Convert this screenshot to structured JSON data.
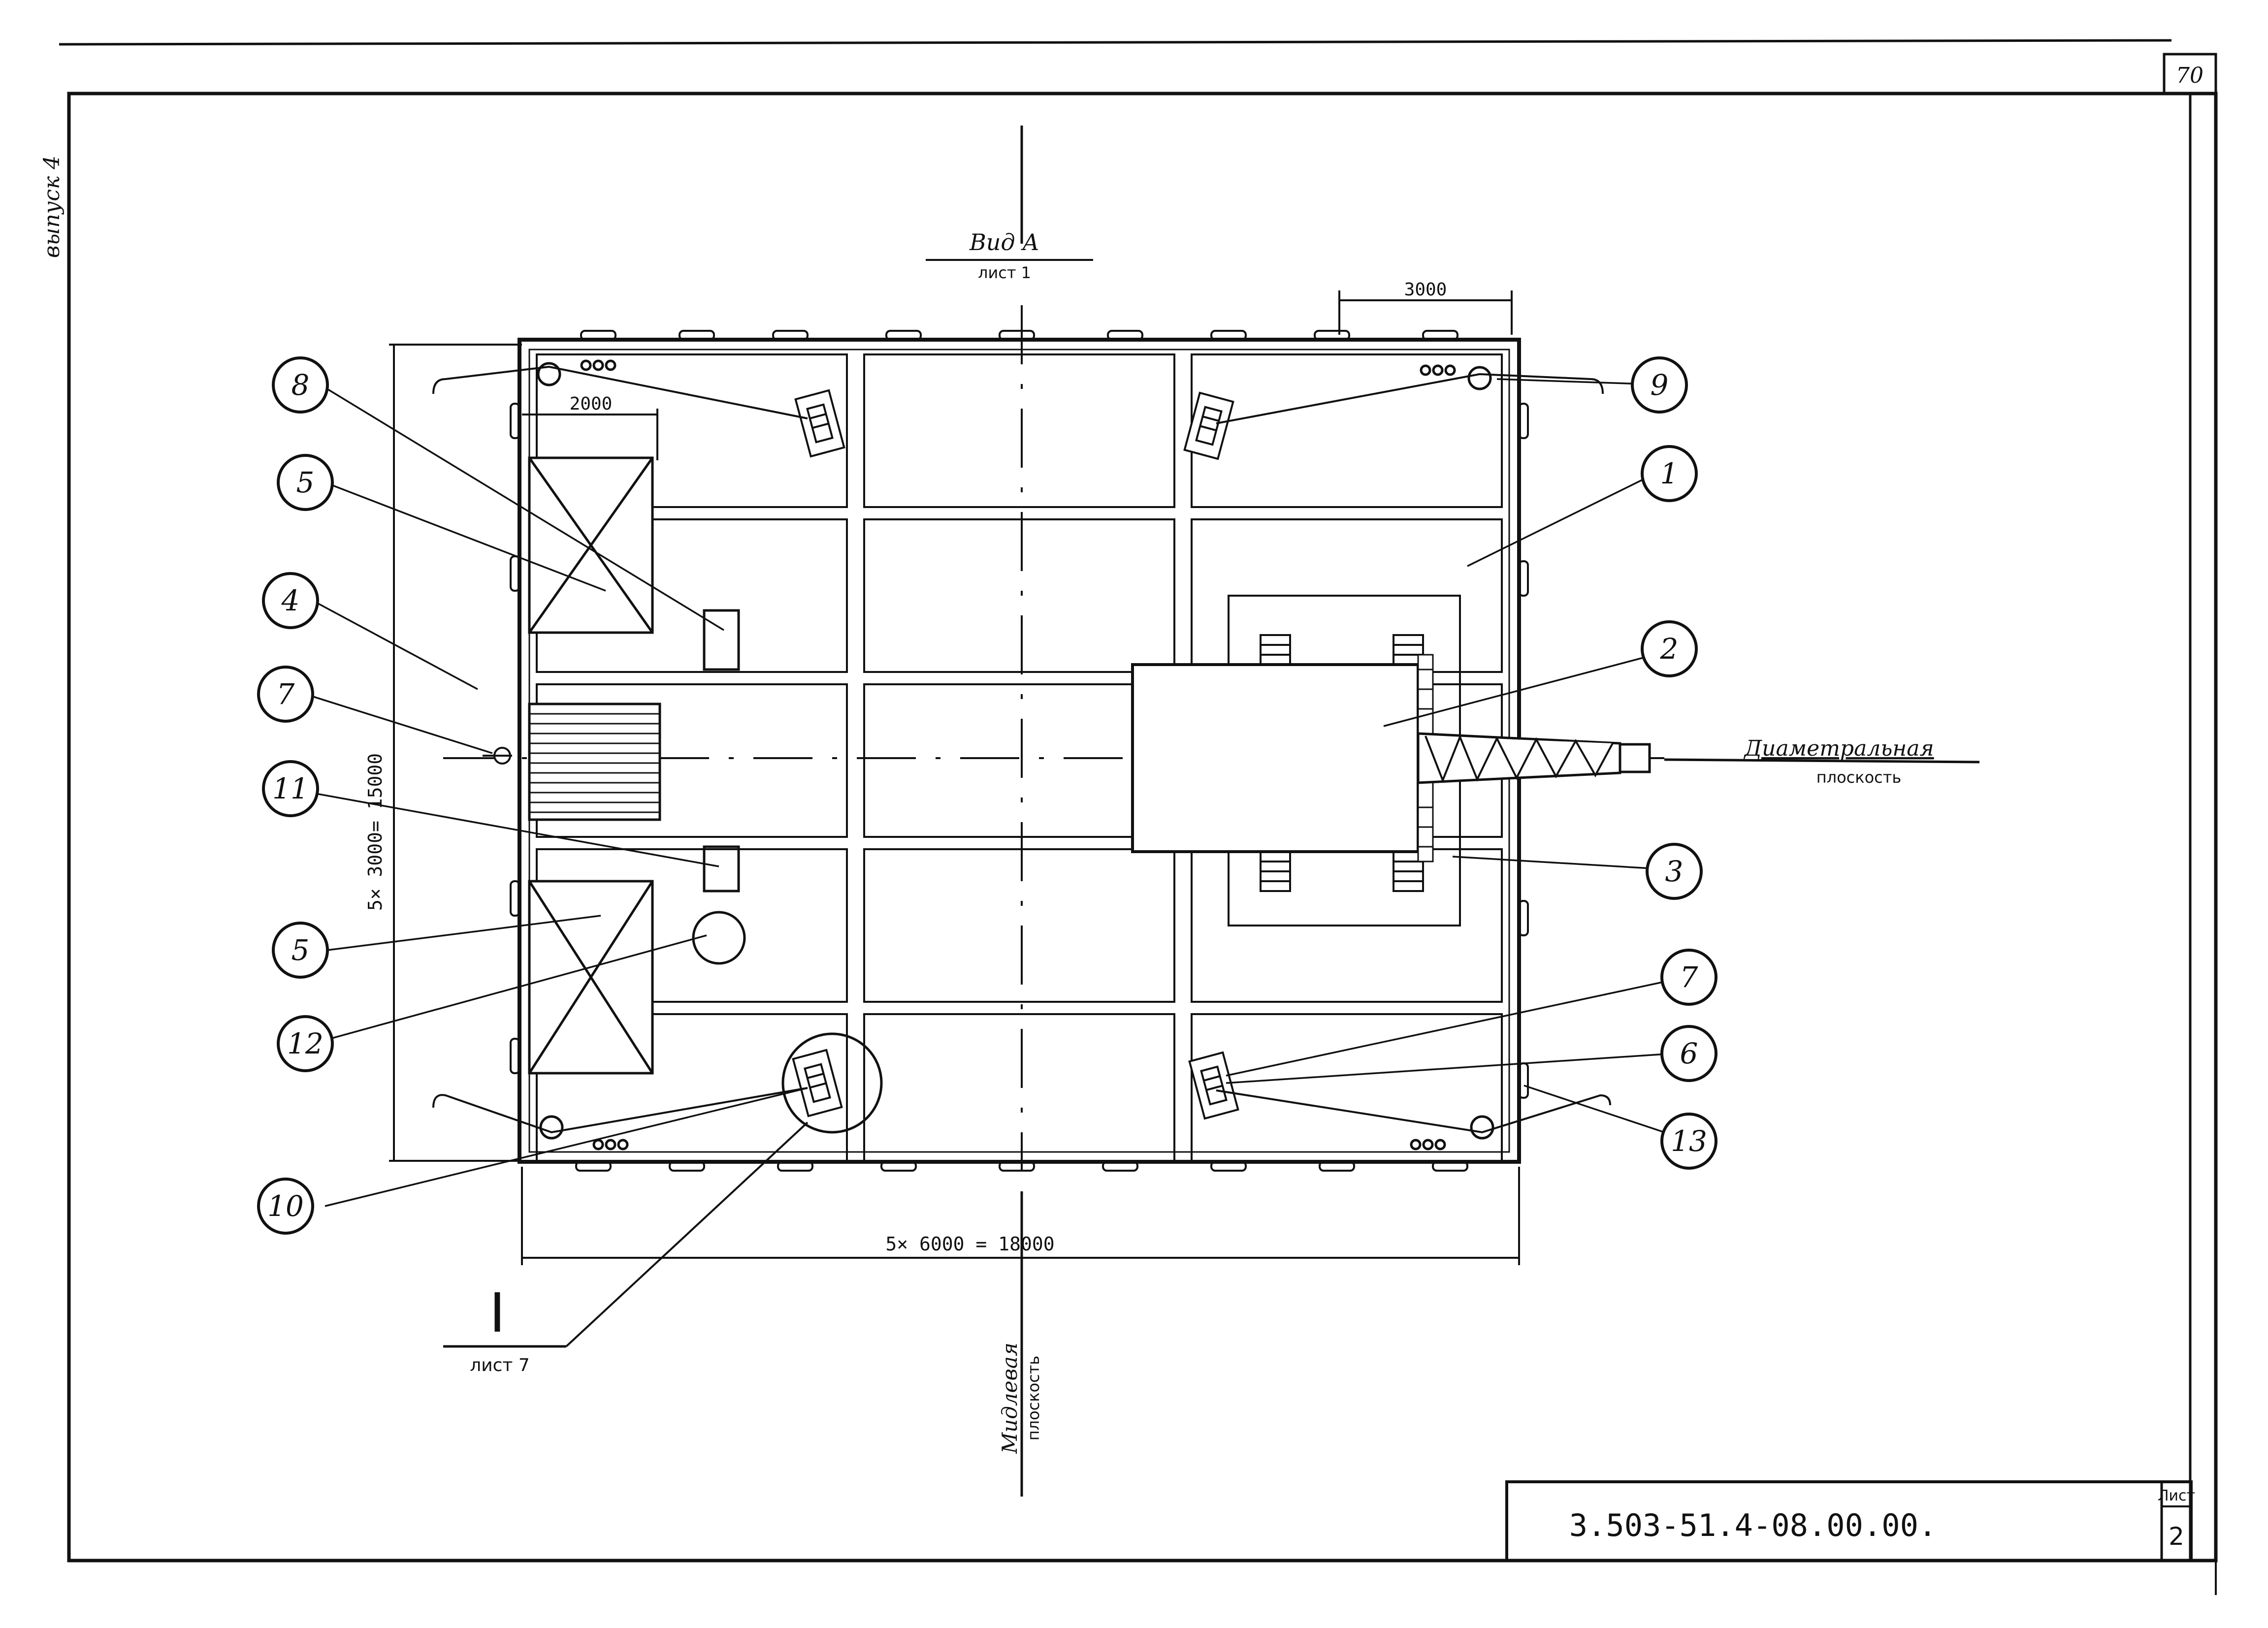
{
  "sheet_corner_number": "70",
  "margin_note": "выпуск 4",
  "view_label": {
    "title": "Вид А",
    "ref": "лист 1"
  },
  "dimensions": {
    "top_right": "3000",
    "inner_left": "2000",
    "left_total": "5× 3000= 15000",
    "bottom_total": "5× 6000 = 18000"
  },
  "planes": {
    "diametral_title": "Диаметральная",
    "diametral_sub": "плоскость",
    "midship_title": "Мидлевая",
    "midship_sub": "плоскость"
  },
  "section_ref": {
    "mark": "I",
    "sheet": "лист 7"
  },
  "title_block": {
    "code": "3.503-51.4-08.00.00.",
    "sheet_label": "Лист",
    "sheet_number": "2"
  },
  "callouts": [
    "8",
    "9",
    "5",
    "1",
    "4",
    "2",
    "7",
    "11",
    "3",
    "5",
    "12",
    "7",
    "6",
    "10",
    "13"
  ]
}
